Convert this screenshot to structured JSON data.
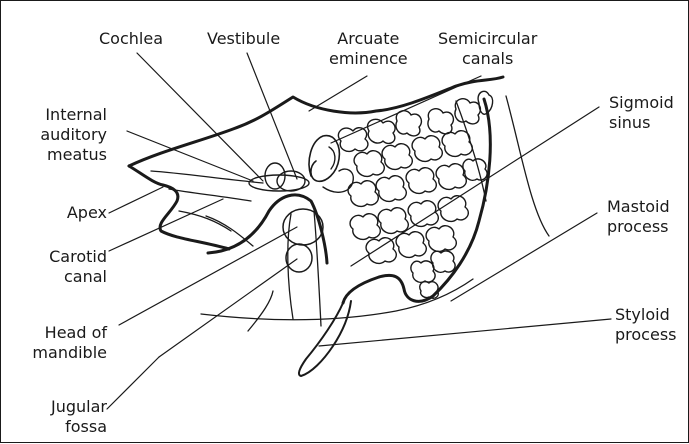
{
  "diagram": {
    "labels": {
      "cochlea": [
        "Cochlea"
      ],
      "vestibule": [
        "Vestibule"
      ],
      "arcuate_eminence": [
        "Arcuate",
        "eminence"
      ],
      "semicircular_canals": [
        "Semicircular",
        "canals"
      ],
      "internal_auditory_meatus": [
        "Internal",
        "auditory",
        "meatus"
      ],
      "apex": [
        "Apex"
      ],
      "carotid_canal": [
        "Carotid",
        "canal"
      ],
      "head_of_mandible": [
        "Head of",
        "mandible"
      ],
      "jugular_fossa": [
        "Jugular",
        "fossa"
      ],
      "sigmoid_sinus": [
        "Sigmoid",
        "sinus"
      ],
      "mastoid_process": [
        "Mastoid",
        "process"
      ],
      "styloid_process": [
        "Styloid",
        "process"
      ]
    },
    "line_color": "#1a1a1a",
    "background": "#ffffff"
  }
}
